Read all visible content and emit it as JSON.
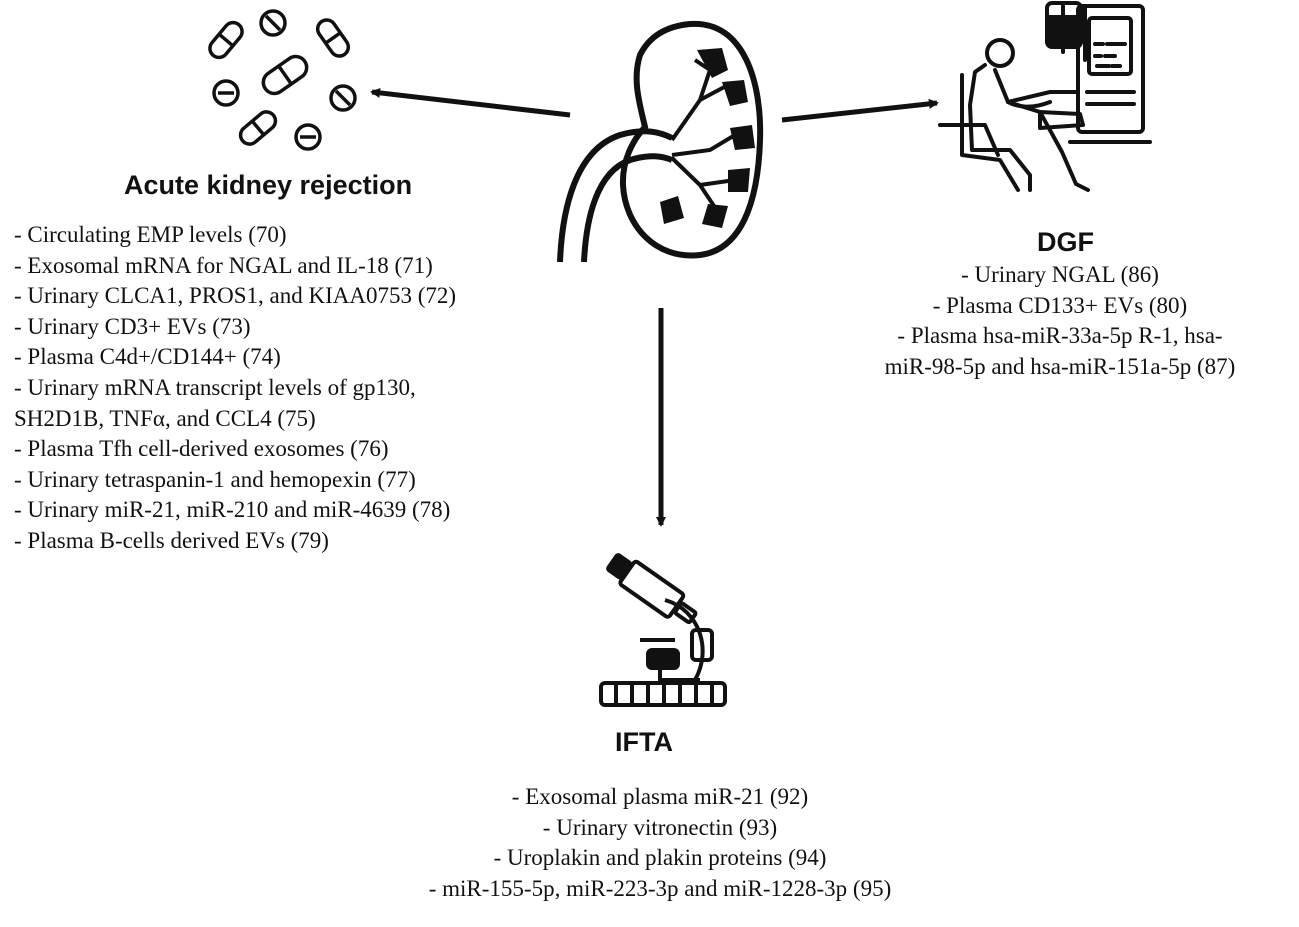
{
  "sections": {
    "acute": {
      "title": "Acute kidney rejection",
      "items": [
        "- Circulating EMP levels (70)",
        "- Exosomal mRNA for NGAL and IL-18 (71)",
        "- Urinary CLCA1, PROS1, and KIAA0753 (72)",
        "- Urinary CD3+ EVs (73)",
        "- Plasma C4d+/CD144+ (74)",
        "- Urinary mRNA transcript levels of gp130,",
        "SH2D1B, TNFα, and CCL4  (75)",
        "- Plasma Tfh cell-derived exosomes (76)",
        "- Urinary tetraspanin-1 and hemopexin (77)",
        "- Urinary miR-21, miR-210 and miR-4639 (78)",
        "- Plasma B-cells derived EVs (79)"
      ]
    },
    "dgf": {
      "title": "DGF",
      "items": [
        "-  Urinary NGAL (86)",
        "- Plasma CD133+ EVs (80)",
        "- Plasma hsa-miR-33a-5p R-1, hsa-",
        "miR-98-5p and hsa-miR-151a-5p (87)"
      ]
    },
    "ifta": {
      "title": "IFTA",
      "items": [
        "- Exosomal plasma miR-21 (92)",
        "- Urinary vitronectin (93)",
        "- Uroplakin and plakin proteins (94)",
        "- miR-155-5p, miR-223-3p and miR-1228-3p (95)"
      ]
    }
  },
  "icons": {
    "center": "kidney-icon",
    "acute": "pills-icon",
    "dgf": "dialysis-patient-icon",
    "ifta": "microscope-icon"
  }
}
